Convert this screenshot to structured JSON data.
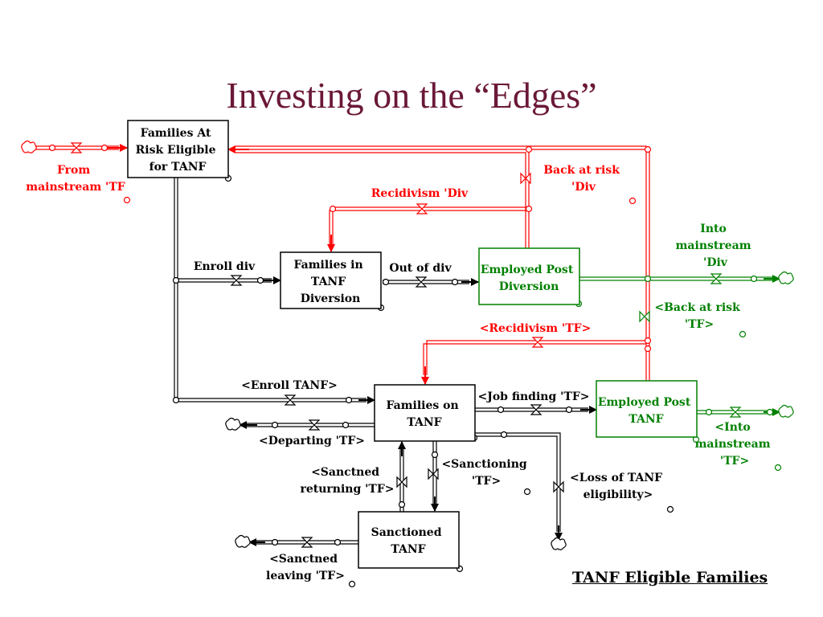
{
  "title": "Investing on the “Edges”",
  "diagram_title": "TANF Eligible Families",
  "colors": {
    "black": "#000000",
    "red": "#ff0000",
    "green": "#008000",
    "title": "#6b1838"
  },
  "stocks": {
    "at_risk": [
      "Families At",
      "Risk Eligible",
      "for TANF"
    ],
    "diversion": [
      "Families in",
      "TANF",
      "Diversion"
    ],
    "employed_div": [
      "Employed Post",
      "Diversion"
    ],
    "on_tanf": [
      "Families on",
      "TANF"
    ],
    "employed_tanf": [
      "Employed Post",
      "TANF"
    ],
    "sanctioned": [
      "Sanctioned",
      "TANF"
    ]
  },
  "flows": {
    "from_mainstream": [
      "From",
      "mainstream 'TF"
    ],
    "back_at_risk_div": [
      "Back at risk",
      "'Div"
    ],
    "recidivism_div": [
      "Recidivism 'Div"
    ],
    "enroll_div": [
      "Enroll div"
    ],
    "out_of_div": [
      "Out of div"
    ],
    "into_mainstream_div": [
      "Into",
      "mainstream",
      "'Div"
    ],
    "back_at_risk_tf": [
      "<Back at risk",
      "'TF>"
    ],
    "recidivism_tf": [
      "<Recidivism 'TF>"
    ],
    "enroll_tanf": [
      "<Enroll TANF>"
    ],
    "job_finding": [
      "<Job finding 'TF>"
    ],
    "departing": [
      "<Departing 'TF>"
    ],
    "into_mainstream_tf": [
      "<Into",
      "mainstream",
      "'TF>"
    ],
    "sanctioning": [
      "<Sanctioning",
      "'TF>"
    ],
    "sanctned_returning": [
      "<Sanctned",
      "returning 'TF>"
    ],
    "loss_of_eligibility": [
      "<Loss of TANF",
      "eligibility>"
    ],
    "sanctned_leaving": [
      "<Sanctned",
      "leaving 'TF>"
    ]
  }
}
